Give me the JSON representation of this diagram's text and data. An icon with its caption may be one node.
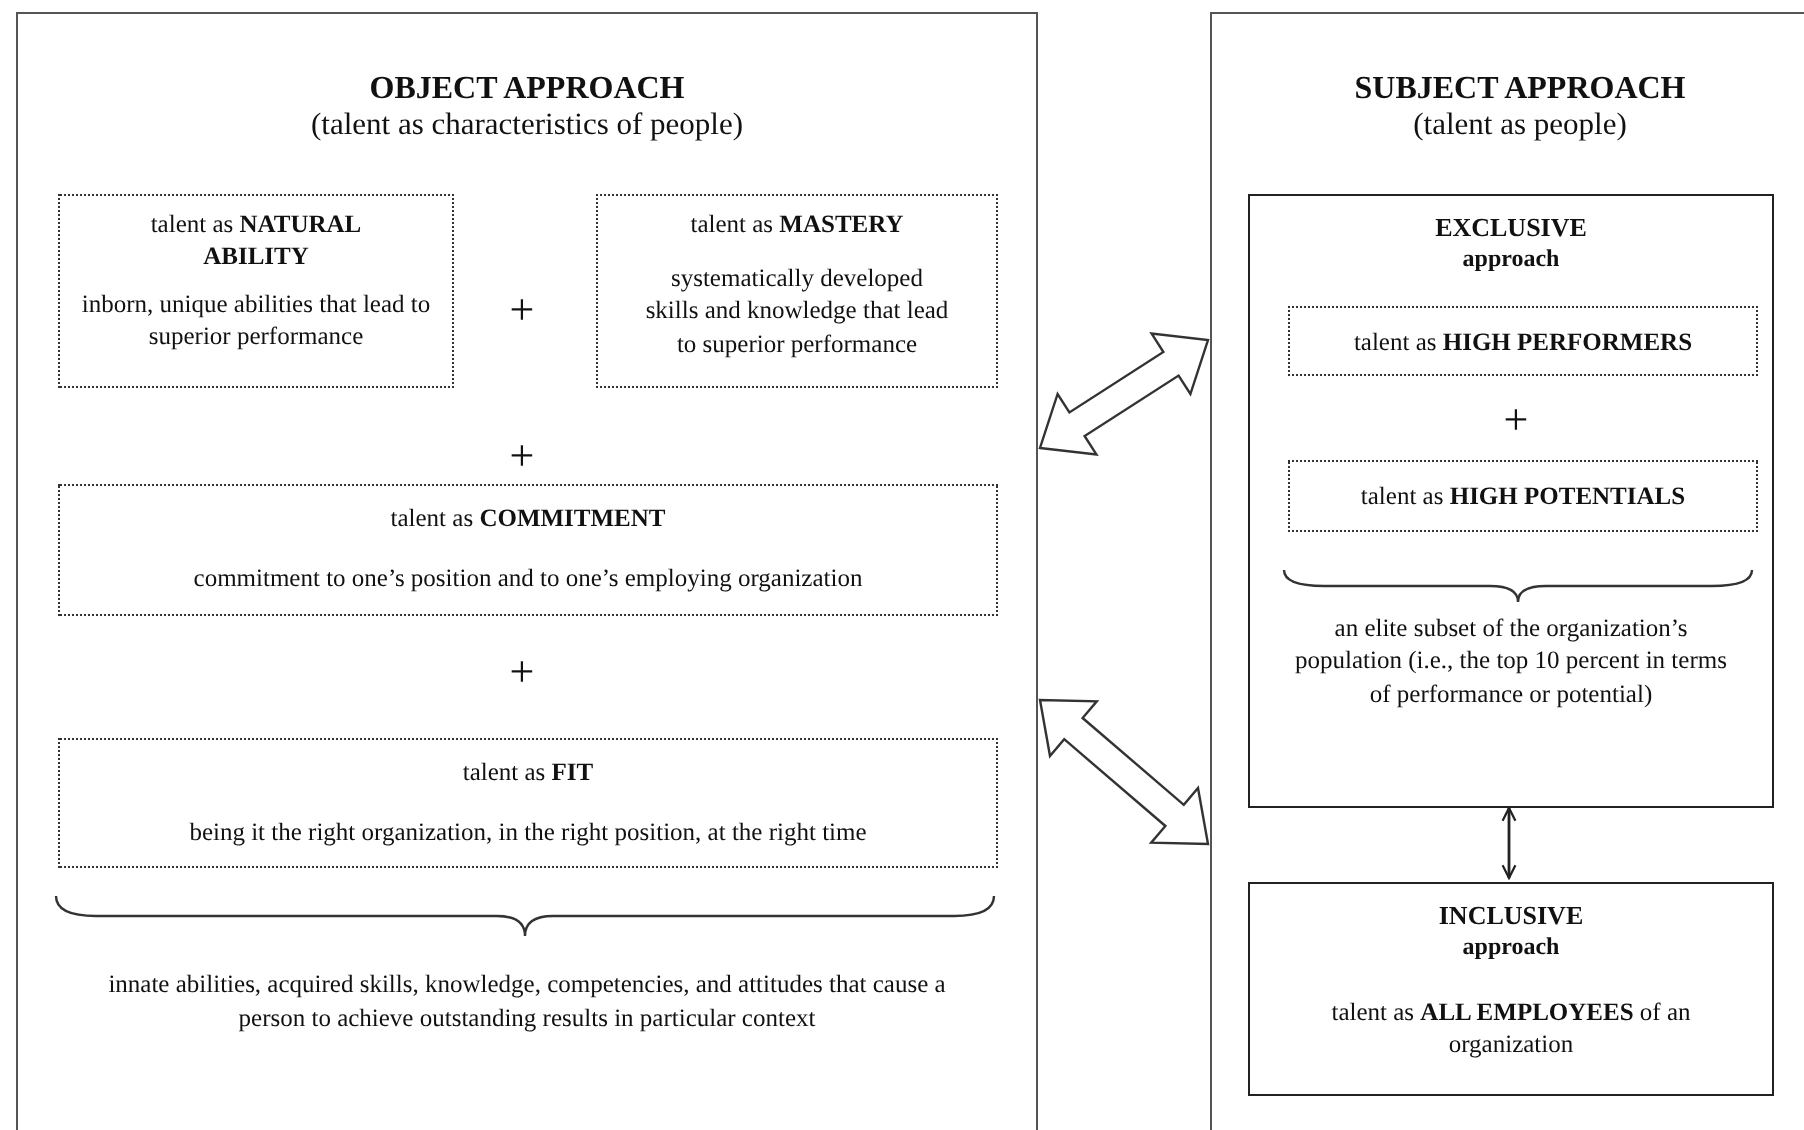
{
  "diagram": {
    "nodes": [
      {
        "text": [
          "OBJECT APPROACH",
          "(talent as characteristics of people)",
          "innate abilities, acquired skills, knowledge, competencies, and attitudes that cause a person to achieve outstanding results in particular context"
        ]
      },
      {
        "text": [
          "talent as **NATURAL ABILITY**",
          "inborn, unique abilities that lead to superior performance"
        ],
        "in": 0
      },
      {
        "text": [
          "talent as **MASTERY**",
          "systematically developed skills and knowledge that lead to superior performance"
        ],
        "in": 0
      },
      {
        "text": [
          "talent as **COMMITMENT**",
          "commitment to one’s position and to one’s employing organization"
        ],
        "in": 0
      },
      {
        "text": [
          "talent as **FIT**",
          "being it the right organization, in the right position, at the right time"
        ],
        "in": 0
      },
      {
        "text": [
          "SUBJECT APPROACH",
          "(talent as people)"
        ]
      },
      {
        "text": [
          "EXCLUSIVE",
          "approach",
          "an elite subset of the organization’s population (i.e., the top 10 percent in terms of performance or potential)"
        ],
        "in": 5
      },
      {
        "text": [
          "talent as **HIGH PERFORMERS**"
        ],
        "in": 6
      },
      {
        "text": [
          "talent as **HIGH POTENTIALS**"
        ],
        "in": 6
      },
      {
        "text": [
          "INCLUSIVE",
          "approach",
          "talent as **ALL EMPLOYEES** of an organization"
        ],
        "in": 5
      }
    ],
    "edges": [
      {
        "from": 0,
        "to": 5,
        "arrow": "both",
        "style": "thick"
      },
      {
        "from": 0,
        "to": 5,
        "arrow": "both",
        "style": "thick"
      },
      {
        "from": 6,
        "to": 9,
        "arrow": "both"
      }
    ],
    "labels": [
      "+",
      "+",
      "+",
      "+"
    ]
  }
}
